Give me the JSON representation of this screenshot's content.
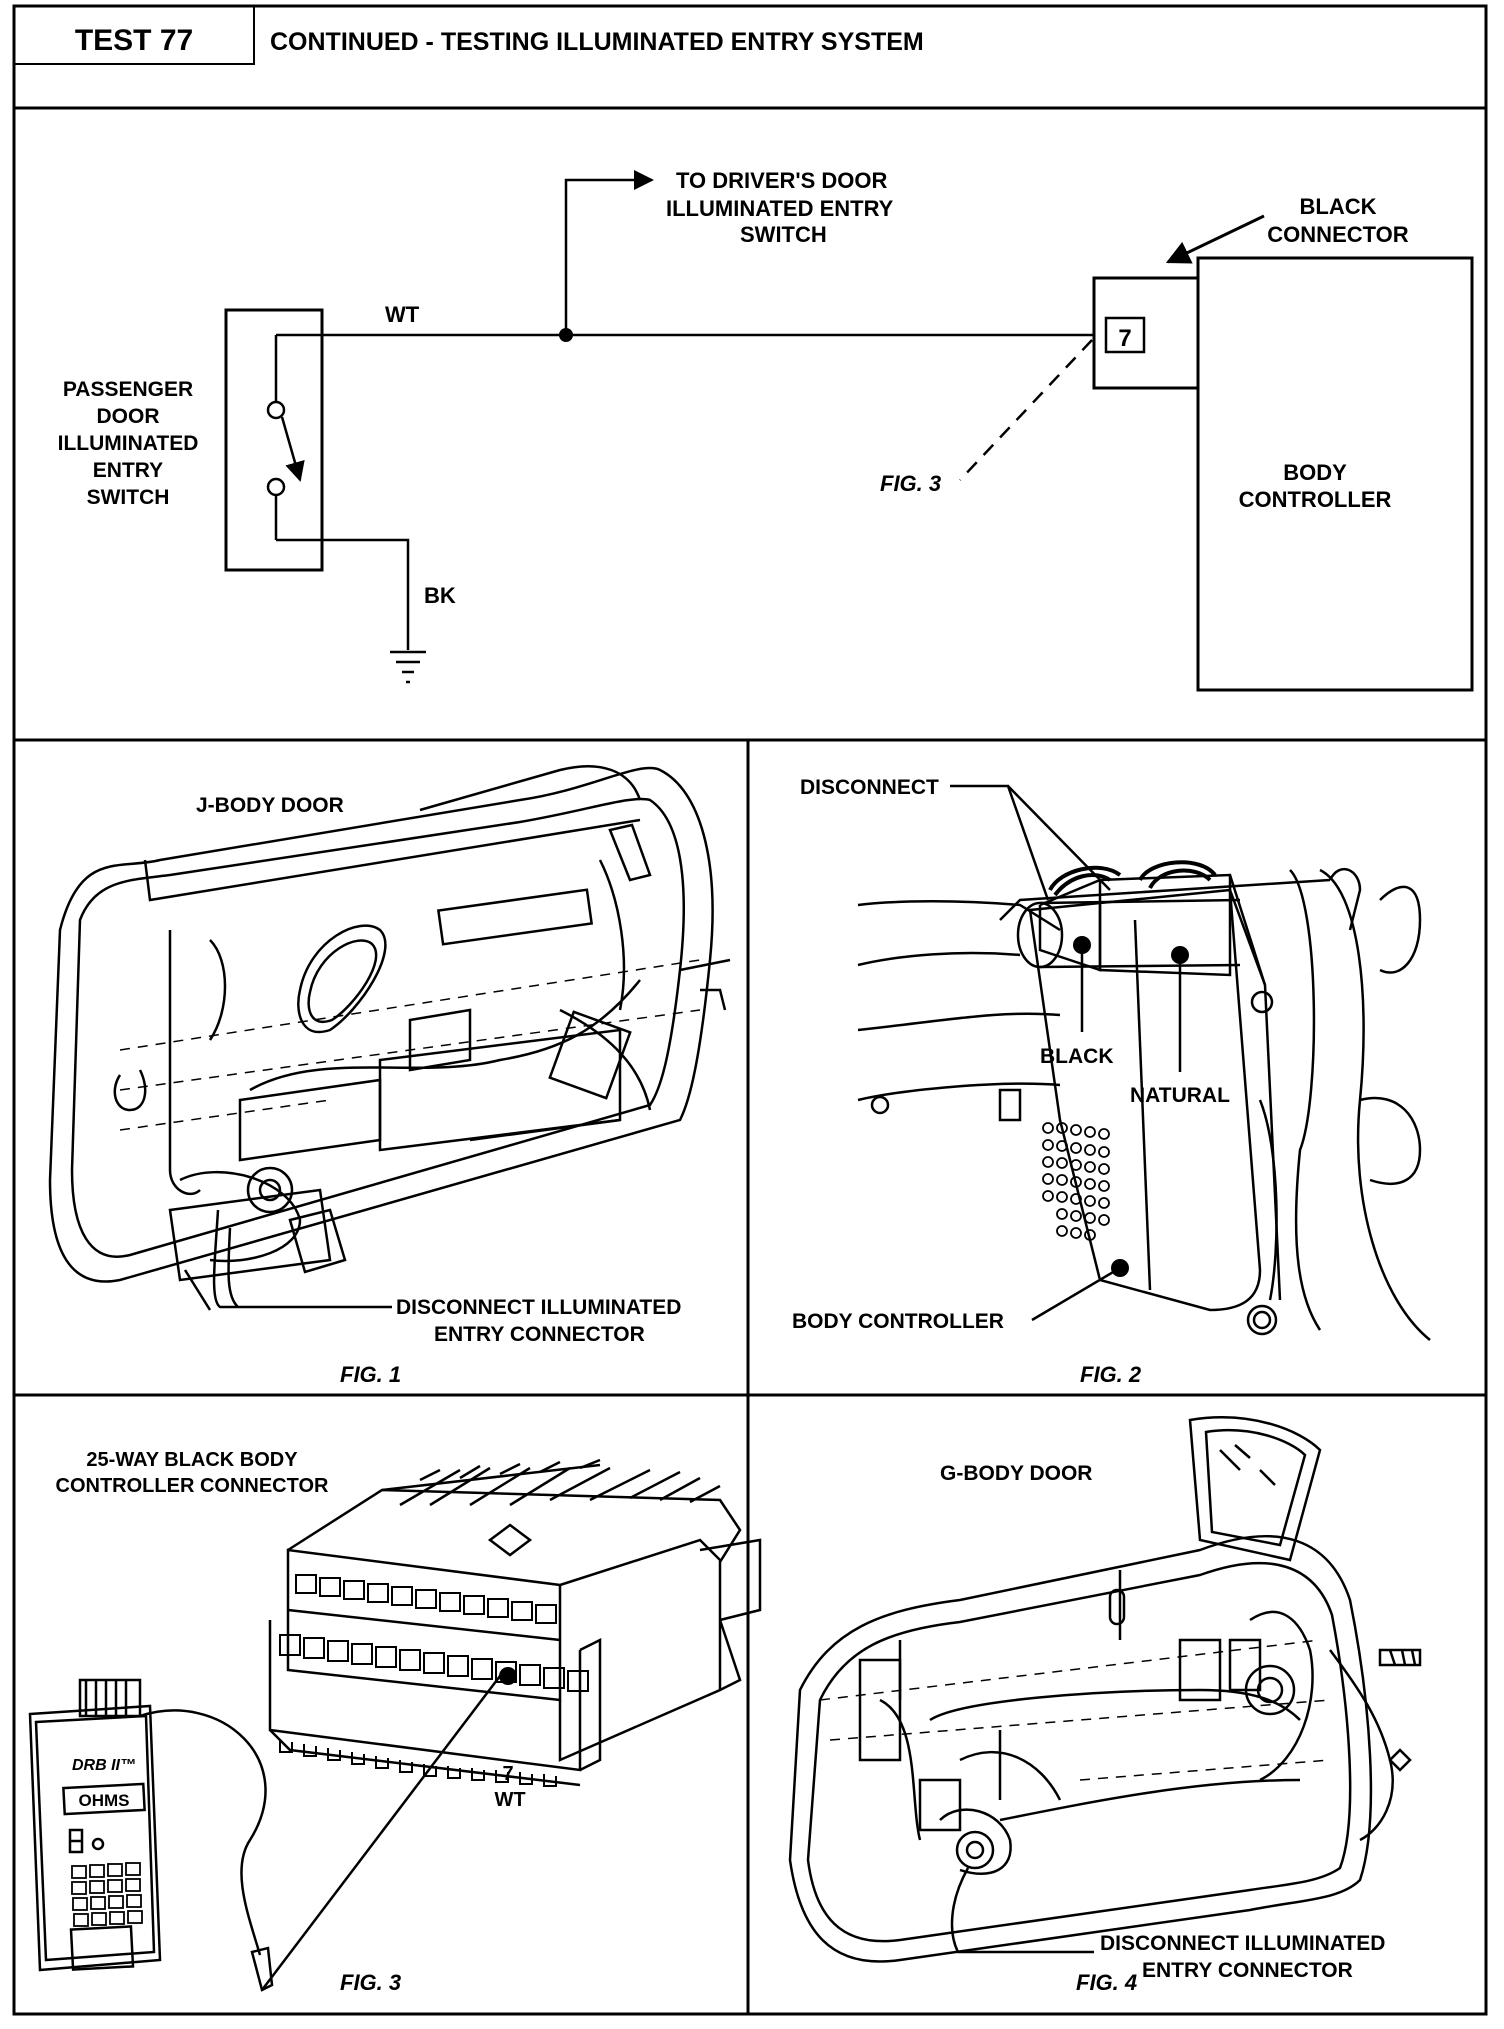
{
  "header": {
    "test_label": "TEST 77",
    "title": "CONTINUED - TESTING ILLUMINATED ENTRY SYSTEM"
  },
  "schematic": {
    "to_driver_door": [
      "TO DRIVER'S DOOR",
      "ILLUMINATED ENTRY",
      "SWITCH"
    ],
    "black_connector": [
      "BLACK",
      "CONNECTOR"
    ],
    "passenger_switch": [
      "PASSENGER",
      "DOOR",
      "ILLUMINATED",
      "ENTRY",
      "SWITCH"
    ],
    "wire_wt": "WT",
    "wire_bk": "BK",
    "pin_number": "7",
    "fig_ref": "FIG. 3",
    "body_controller": [
      "BODY",
      "CONTROLLER"
    ]
  },
  "fig1": {
    "title": "J-BODY DOOR",
    "callout": [
      "DISCONNECT ILLUMINATED",
      "ENTRY CONNECTOR"
    ],
    "caption": "FIG. 1"
  },
  "fig2": {
    "disconnect": "DISCONNECT",
    "black": "BLACK",
    "natural": "NATURAL",
    "body_controller": "BODY CONTROLLER",
    "caption": "FIG. 2"
  },
  "fig3": {
    "title": [
      "25-WAY BLACK BODY",
      "CONTROLLER CONNECTOR"
    ],
    "meter_brand": "DRB II™",
    "meter_mode": "OHMS",
    "pin_number": "7",
    "pin_wire": "WT",
    "caption": "FIG. 3"
  },
  "fig4": {
    "title": "G-BODY DOOR",
    "callout": [
      "DISCONNECT ILLUMINATED",
      "ENTRY CONNECTOR"
    ],
    "caption": "FIG. 4"
  }
}
